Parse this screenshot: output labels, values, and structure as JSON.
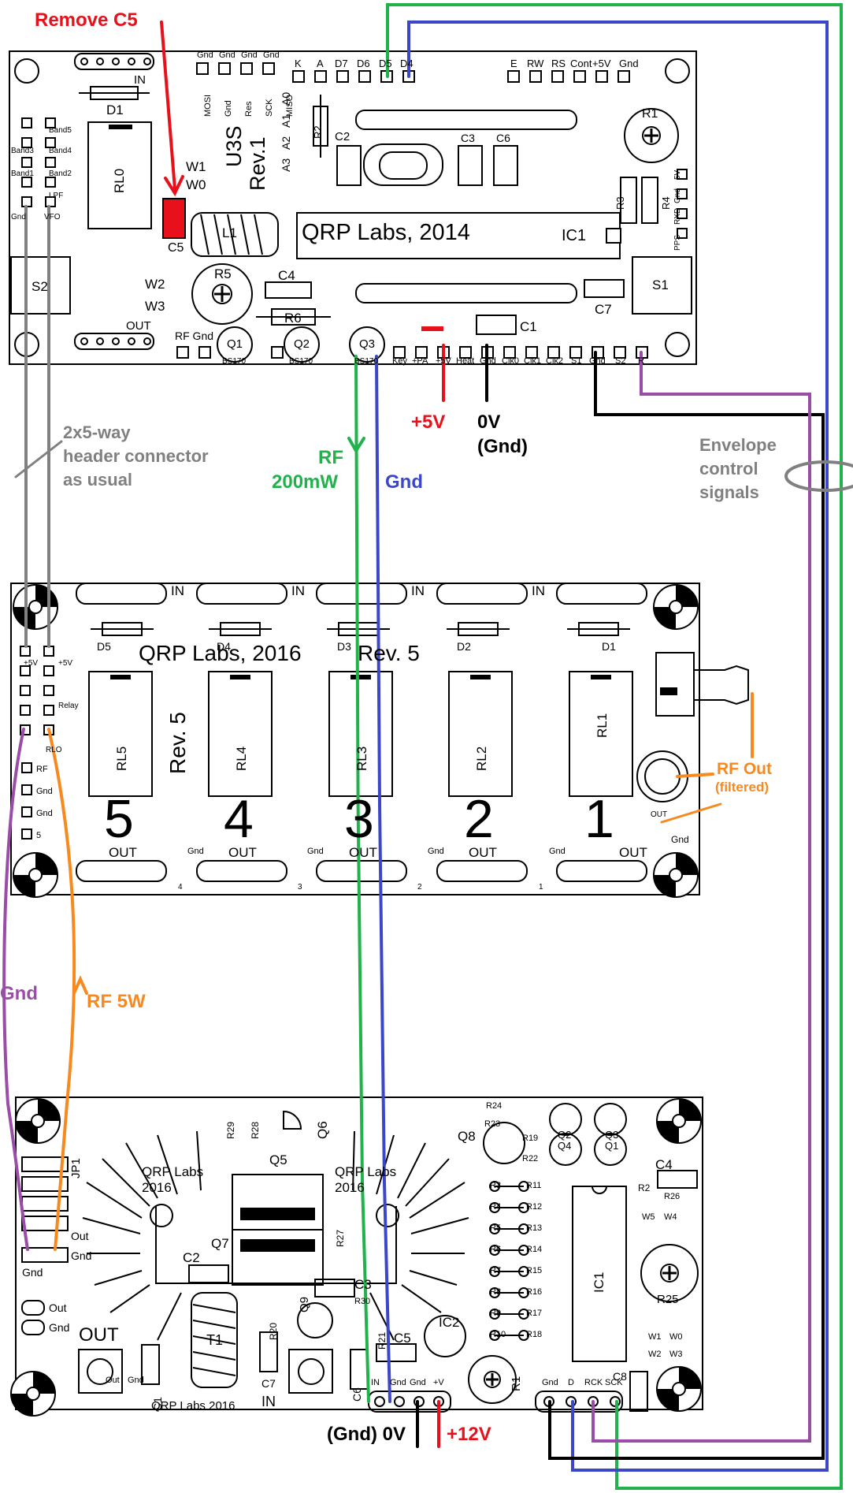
{
  "annotations": {
    "remove_c5": "Remove C5",
    "plus5v": "+5V",
    "zero_v": "0V",
    "gnd_paren": "(Gnd)",
    "rf": "RF",
    "rf_200mw": "200mW",
    "gnd_blue": "Gnd",
    "header_line1": "2x5-way",
    "header_line2": "header connector",
    "header_line3": "as usual",
    "envelope_line1": "Envelope",
    "envelope_line2": "control",
    "envelope_line3": "signals",
    "rf_out": "RF Out",
    "filtered": "(filtered)",
    "gnd_purple": "Gnd",
    "rf_5w": "RF 5W",
    "bottom_gnd_0v": "(Gnd) 0V",
    "plus12v": "+12V"
  },
  "board1": {
    "title": "QRP Labs, 2014",
    "ic": "IC1",
    "u3s": "U3S",
    "rev": "Rev.1",
    "parts": [
      "D1",
      "RL0",
      "C5",
      "L1",
      "W1",
      "W0",
      "R5",
      "C4",
      "R6",
      "W2",
      "W3",
      "Q1",
      "Q2",
      "Q3",
      "C2",
      "C3",
      "C6",
      "R2",
      "R1",
      "R3",
      "R4",
      "C7",
      "C1",
      "S1",
      "S2",
      "IN",
      "OUT",
      "RF Gnd"
    ],
    "top_pins": [
      "K",
      "A",
      "D7",
      "D6",
      "D5",
      "D4",
      "E",
      "RW",
      "RS",
      "Cont",
      "+5V",
      "Gnd"
    ],
    "small_top": [
      "Gnd",
      "Gnd",
      "Gnd",
      "Gnd"
    ],
    "vertical_small": [
      "MOSI",
      "Gnd",
      "Res",
      "SCK",
      "MISO"
    ],
    "analog": [
      "A3",
      "A2",
      "A1",
      "A0"
    ],
    "band_labels": [
      "Band5",
      "Band3",
      "Band4",
      "Band1",
      "Band2",
      "Gnd",
      "LPF",
      "VFO"
    ],
    "bottom_pins": [
      "Key",
      "+PA",
      "+5V",
      "Heat",
      "Gnd",
      "Clk0",
      "Clk1",
      "Clk2",
      "S1",
      "Gnd",
      "S2",
      "R"
    ],
    "q_types": [
      "BS170",
      "BS170",
      "BS170"
    ],
    "right_pins": [
      "5V",
      "Gnd",
      "RXD",
      "PPS"
    ]
  },
  "board2": {
    "title": "QRP Labs, 2016",
    "rev": "Rev. 5",
    "rev_vertical": "Rev. 5",
    "in_labels": [
      "IN",
      "IN",
      "IN",
      "IN"
    ],
    "diodes": [
      "D5",
      "D4",
      "D3",
      "D2",
      "D1"
    ],
    "relays": [
      "RL5",
      "RL4",
      "RL3",
      "RL2",
      "RL1"
    ],
    "digits": [
      "5",
      "4",
      "3",
      "2",
      "1"
    ],
    "out_labels": [
      "OUT",
      "OUT",
      "OUT",
      "OUT",
      "OUT"
    ],
    "gnd_labels": [
      "Gnd",
      "Gnd",
      "Gnd",
      "Gnd"
    ],
    "small_numbers": [
      "4",
      "3",
      "2",
      "1"
    ],
    "left_pins": [
      "+5V",
      "+5V",
      "Relay",
      "RF",
      "Gnd",
      "Gnd",
      "5",
      "RLO"
    ],
    "out_right": "OUT",
    "gnd_right": "Gnd"
  },
  "board3": {
    "heatsink_text_left": "QRP Labs",
    "year_left": "2016",
    "heatsink_text_right": "QRP Labs",
    "year_right": "2016",
    "bottom_text": "QRP Labs 2016",
    "jp1": "JP1",
    "out_big": "OUT",
    "in_big": "IN",
    "parts": [
      "Q5",
      "Q6",
      "Q7",
      "Q8",
      "Q9",
      "T1",
      "C1",
      "C2",
      "C3",
      "C4",
      "C5",
      "C6",
      "C7",
      "C8",
      "IC1",
      "IC2",
      "R1",
      "R2",
      "R20",
      "R21",
      "R25",
      "R26",
      "R27",
      "R28",
      "R29",
      "R30",
      "R23",
      "R24",
      "R19",
      "R22",
      "Q2",
      "Q3",
      "Q4",
      "Q1"
    ],
    "resistor_left": [
      "R3",
      "R4",
      "R5",
      "R6",
      "R7",
      "R8",
      "R9",
      "R10"
    ],
    "resistor_right": [
      "R11",
      "R12",
      "R13",
      "R14",
      "R15",
      "R16",
      "R17",
      "R18"
    ],
    "jp_labels": [
      "Out",
      "Gnd",
      "Gnd",
      "Out",
      "Gnd"
    ],
    "power_pins": [
      "IN",
      "Gnd",
      "Gnd",
      "+V"
    ],
    "ctrl_pins": [
      "Gnd",
      "D",
      "RCK",
      "SCK"
    ],
    "w_labels": [
      "W5",
      "W4",
      "W1",
      "W0",
      "W2",
      "W3"
    ],
    "out_gnd": [
      "Out",
      "Gnd"
    ]
  },
  "colors": {
    "red": "#e8101b",
    "black": "#000000",
    "green": "#22b24c",
    "blue": "#3b46c8",
    "grey": "#808080",
    "purple": "#9b4ca8",
    "orange": "#f7891f"
  }
}
